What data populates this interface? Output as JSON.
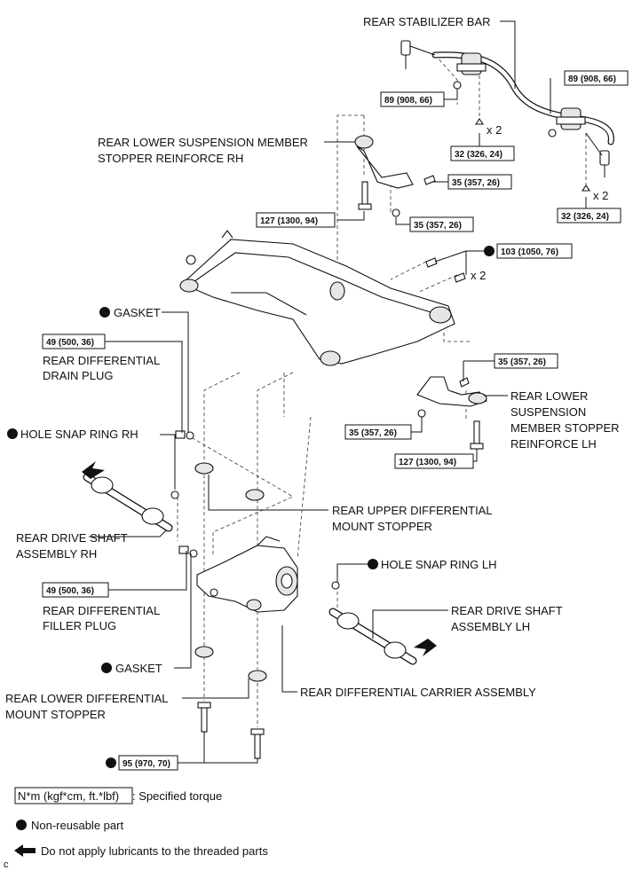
{
  "labels": {
    "rear_stabilizer_bar": "REAR STABILIZER BAR",
    "member_stopper_rh_1": "REAR LOWER SUSPENSION MEMBER",
    "member_stopper_rh_2": "STOPPER REINFORCE RH",
    "gasket_top": "GASKET",
    "drain_plug_1": "REAR DIFFERENTIAL",
    "drain_plug_2": "DRAIN PLUG",
    "hole_snap_ring_rh": "HOLE SNAP RING RH",
    "drive_shaft_rh_1": "REAR DRIVE SHAFT",
    "drive_shaft_rh_2": "ASSEMBLY RH",
    "upper_mount_1": "REAR UPPER DIFFERENTIAL",
    "upper_mount_2": "MOUNT STOPPER",
    "filler_plug_1": "REAR DIFFERENTIAL",
    "filler_plug_2": "FILLER PLUG",
    "hole_snap_ring_lh": "HOLE SNAP RING LH",
    "drive_shaft_lh_1": "REAR DRIVE SHAFT",
    "drive_shaft_lh_2": "ASSEMBLY LH",
    "gasket_bottom": "GASKET",
    "lower_mount_1": "REAR LOWER DIFFERENTIAL",
    "lower_mount_2": "MOUNT STOPPER",
    "carrier_assembly": "REAR DIFFERENTIAL CARRIER ASSEMBLY",
    "member_stopper_lh_1": "REAR LOWER",
    "member_stopper_lh_2": "SUSPENSION",
    "member_stopper_lh_3": "MEMBER STOPPER",
    "member_stopper_lh_4": "REINFORCE LH",
    "qty_x2_a": "x 2",
    "qty_x2_b": "x 2",
    "qty_x2_c": "x 2",
    "corner_mark": "c"
  },
  "torques": {
    "t_89_left": "89 (908, 66)",
    "t_89_right": "89 (908, 66)",
    "t_32_mid": "32 (326, 24)",
    "t_32_right": "32 (326, 24)",
    "t_35_top": "35 (357, 26)",
    "t_127_top": "127 (1300, 94)",
    "t_35_mid": "35 (357, 26)",
    "t_103": "103 (1050, 76)",
    "t_49_drain": "49 (500, 36)",
    "t_35_lh_top": "35 (357, 26)",
    "t_35_lh_bot": "35 (357, 26)",
    "t_127_bot": "127 (1300, 94)",
    "t_49_filler": "49 (500, 36)",
    "t_95": "95 (970, 70)"
  },
  "legend": {
    "torque_unit": "N*m (kgf*cm, ft.*lbf)",
    "torque_desc": ": Specified torque",
    "non_reusable": "Non-reusable part",
    "no_lubricant": "Do not apply lubricants to the threaded parts"
  },
  "colors": {
    "ink": "#111111",
    "fill_light": "#e6e6e6"
  }
}
